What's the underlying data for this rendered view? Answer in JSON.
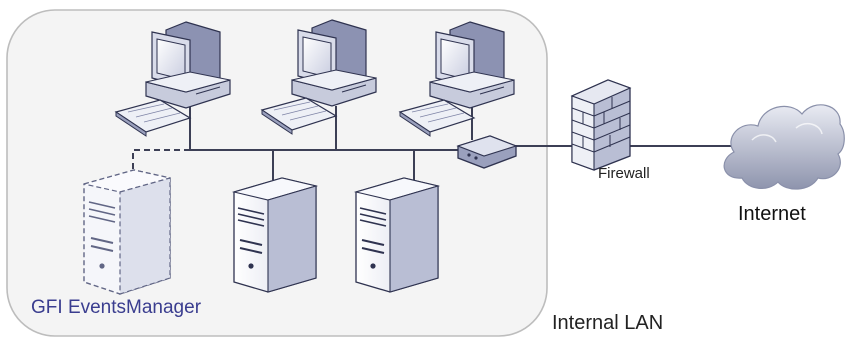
{
  "labels": {
    "gfi": "GFI EventsManager",
    "lan": "Internal LAN",
    "firewall": "Firewall",
    "internet": "Internet"
  },
  "colors": {
    "lan_border": "#bdbdbd",
    "lan_fill": "#f4f4f4",
    "cable": "#3c3f55",
    "device_light": "#eef0f6",
    "device_mid": "#c7cbdc",
    "device_dark": "#7e84a6",
    "outline": "#2f3350",
    "cloud": "#b7bccf"
  }
}
